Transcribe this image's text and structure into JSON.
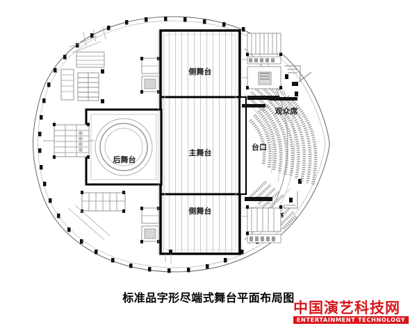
{
  "image": {
    "kind": "architectural-floor-plan",
    "subject": "theatre stage and auditorium plan",
    "background_color": "#ffffff"
  },
  "plan": {
    "labels": {
      "upper_side_stage": "侧舞台",
      "main_stage": "主舞台",
      "lower_side_stage": "侧舞台",
      "rear_stage": "后舞台",
      "proscenium": "台口",
      "auditorium": "观众席"
    },
    "colors": {
      "outline": "#2b2b2b",
      "heavy_wall": "#000000",
      "thin_line": "#8c8c8c",
      "hatch": "#b9b9b9",
      "seat": "#9a9a9a",
      "column": "#111111"
    }
  },
  "caption": {
    "text": "标准品字形尽端式舞台平面布局图",
    "color": "#000000"
  },
  "logo": {
    "chinese": "中国演艺科技网",
    "english": "ENTERTAINMENT TECHNOLOGY",
    "color": "#d8161c",
    "english_text_color": "#ffffff"
  }
}
